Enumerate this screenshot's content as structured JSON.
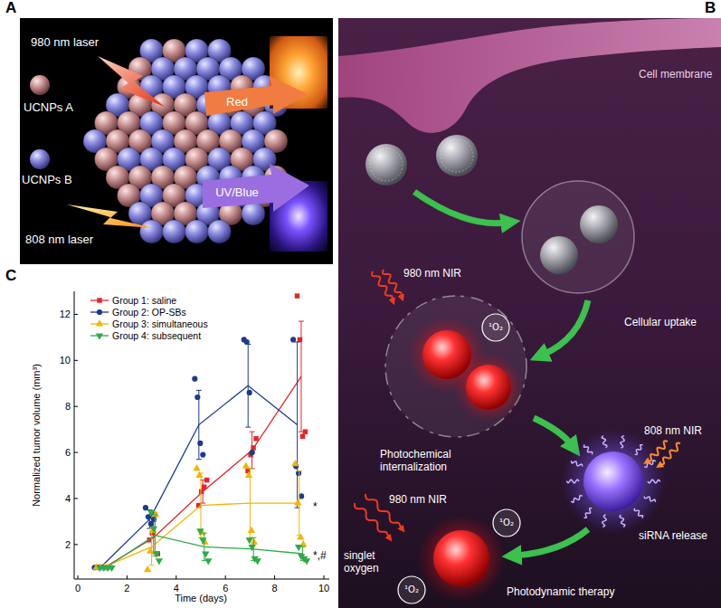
{
  "diagram": {
    "nodes": [
      {
        "text": [
          "A"
        ]
      },
      {
        "text": [
          "B"
        ]
      },
      {
        "text": [
          "C"
        ]
      }
    ],
    "labels": [
      "980 nm laser",
      "UCNPs A",
      "UCNPs B",
      "808 nm laser",
      "Red",
      "UV/Blue",
      "Cell membrane",
      "980 nm NIR",
      "¹O₂",
      "Cellular uptake",
      "Photochemical internalization",
      "808 nm NIR",
      "siRNA release",
      "980 nm NIR",
      "singlet oxygen",
      "¹O₂",
      "¹O₂",
      "Photodynamic therapy",
      "Normalized tumor volume (mm³)",
      "Time (days)",
      "0",
      "2",
      "4",
      "6",
      "8",
      "10",
      "2",
      "4",
      "6",
      "8",
      "10",
      "12",
      "*",
      "*,#"
    ],
    "legend": [
      {
        "text": "Group 1: saline"
      },
      {
        "text": "Group 2: OP-SBs"
      },
      {
        "text": "Group 3: simultaneous"
      },
      {
        "text": "Group 4: subsequent"
      }
    ]
  }
}
